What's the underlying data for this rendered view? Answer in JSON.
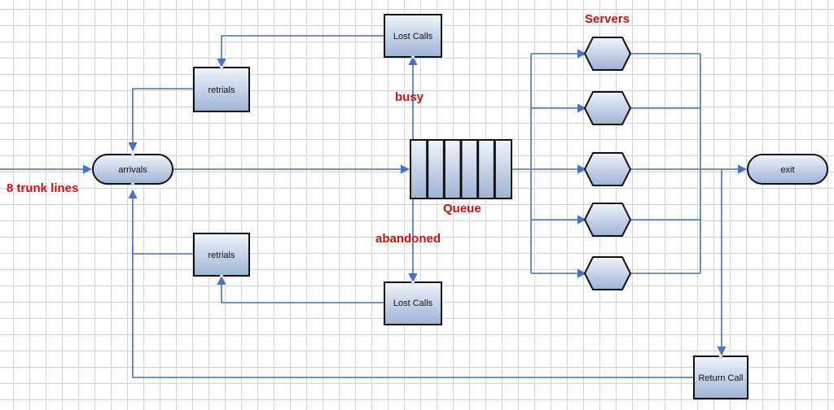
{
  "labels": {
    "trunk_lines": "8 trunk lines",
    "busy": "busy",
    "abandoned": "abandoned",
    "queue": "Queue",
    "servers": "Servers"
  },
  "nodes": {
    "arrivals": "arrivals",
    "exit": "exit",
    "retrials_top": "retrials",
    "retrials_bottom": "retrials",
    "lost_calls_top": "Lost Calls",
    "lost_calls_bottom": "Lost Calls",
    "return_call": "Return Call"
  },
  "server_count": 5,
  "queue_slot_count": 6,
  "colors": {
    "connector": "#4472c4",
    "annotation": "#d01010",
    "node_fill_top": "#f0f4fb",
    "node_fill_bottom": "#9db3d6",
    "node_border": "#111111"
  }
}
